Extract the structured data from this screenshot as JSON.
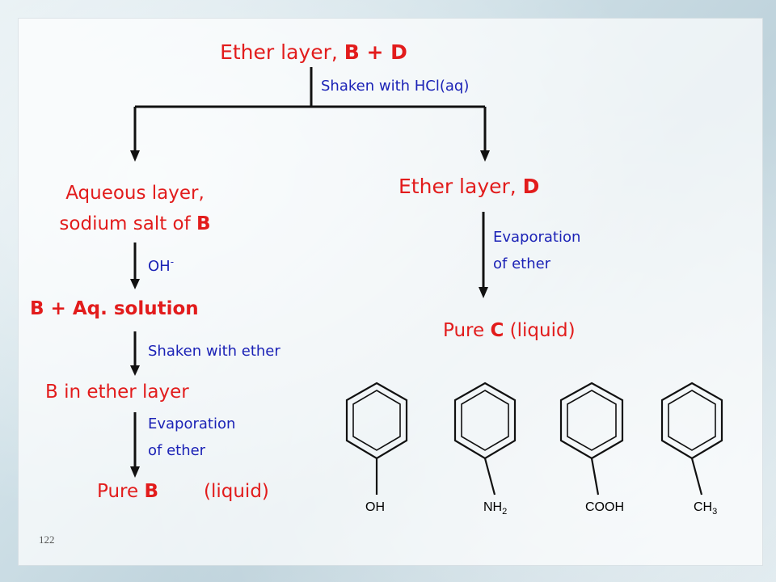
{
  "top_label": {
    "text": "Ether layer, ",
    "species": "B + D"
  },
  "step_hcl": "Shaken with HCl(aq)",
  "left": {
    "aqueous_line1": "Aqueous layer,",
    "aqueous_line2_text": "sodium salt of ",
    "aqueous_line2_species": "B",
    "oh_label": "OH",
    "oh_charge": "-",
    "b_aq_species": "B",
    "b_aq_text": " + Aq. solution",
    "step_ether": "Shaken with ether",
    "b_ether": "B in ether layer",
    "evap_line1": "Evaporation",
    "evap_line2": "of ether",
    "pure_text": "Pure ",
    "pure_species": "B",
    "pure_state": "(liquid)"
  },
  "right": {
    "ether_text": "Ether layer, ",
    "ether_species": "D",
    "evap_line1": "Evaporation",
    "evap_line2": "of ether",
    "pure_text": "Pure ",
    "pure_species": "C",
    "pure_state": "(liquid)"
  },
  "structures": [
    {
      "name": "phenol",
      "label": "OH",
      "sub": ""
    },
    {
      "name": "aniline",
      "label": "NH",
      "sub": "2"
    },
    {
      "name": "benzoic-acid",
      "label": "COOH",
      "sub": ""
    },
    {
      "name": "toluene",
      "label": "CH",
      "sub": "3"
    }
  ],
  "slide_number": "122",
  "colors": {
    "species_red": "#e21c1c",
    "annotation_blue": "#1b22b6"
  }
}
